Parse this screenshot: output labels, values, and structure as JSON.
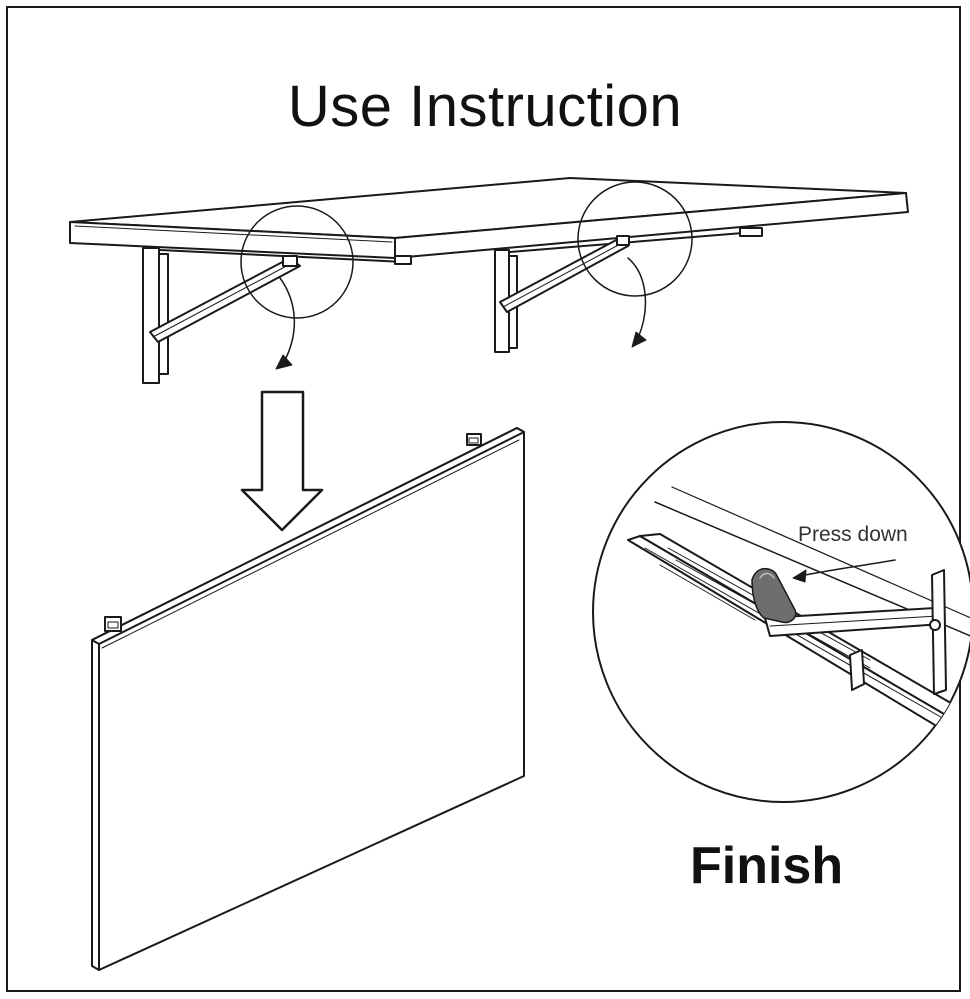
{
  "title": "Use Instruction",
  "detail": {
    "callout": "Press down"
  },
  "result": "Finish"
}
